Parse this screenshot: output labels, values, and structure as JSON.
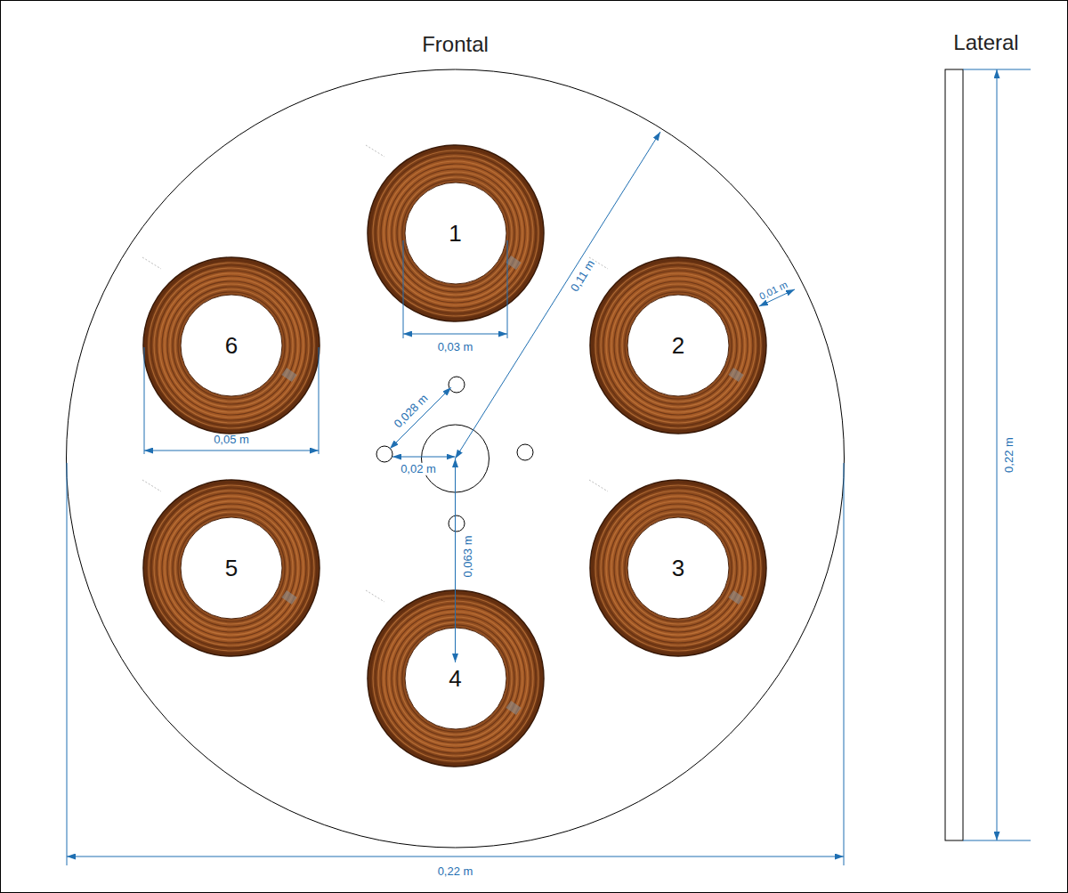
{
  "diagram": {
    "nodes": [
      {
        "text": [
          "1"
        ]
      },
      {
        "text": [
          "2"
        ]
      },
      {
        "text": [
          "3"
        ]
      },
      {
        "text": [
          "4"
        ]
      },
      {
        "text": [
          "5"
        ]
      },
      {
        "text": [
          "6"
        ]
      }
    ],
    "labels": [
      "Frontal",
      "Lateral",
      "0,03 m",
      "0,11 m",
      "0,01 m",
      "0,05 m",
      "0,028 m",
      "0,02 m",
      "0,063 m",
      "0,22 m",
      "0,22 m"
    ]
  }
}
